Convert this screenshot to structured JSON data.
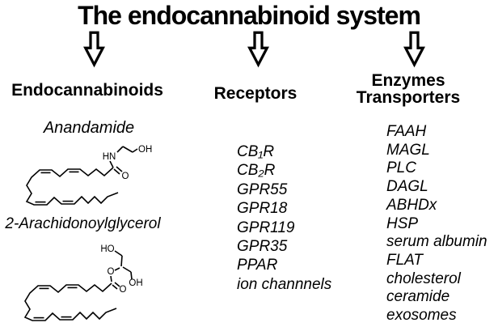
{
  "title": "The endocannabinoid system",
  "columns": {
    "endocannabinoids": {
      "header": "Endocannabinoids",
      "compound1_name": "Anandamide",
      "compound2_name": "2-Arachidonoylglycerol"
    },
    "receptors": {
      "header": "Receptors",
      "items": [
        "CB₁R",
        "CB₂R",
        "GPR55",
        "GPR18",
        "GPR119",
        "GPR35",
        "PPAR",
        "ion channnels"
      ]
    },
    "enzymes_transporters": {
      "header_line1": "Enzymes",
      "header_line2": "Transporters",
      "items": [
        "FAAH",
        "MAGL",
        "PLC",
        "DAGL",
        "ABHDx",
        "HSP",
        "serum albumin",
        "FLAT",
        "cholesterol",
        "ceramide",
        "exosomes"
      ]
    }
  },
  "molecules": {
    "anandamide": {
      "atom_labels": {
        "amine": "HN",
        "hydroxyl": "OH",
        "carbonyl_oxygen": "O"
      }
    },
    "arachidonoylglycerol": {
      "atom_labels": {
        "hydroxyl_top": "HO",
        "ester_oxygen": "O",
        "carbonyl_oxygen": "O",
        "hydroxyl_bottom": "OH"
      }
    }
  },
  "colors": {
    "text": "#000000",
    "background": "#ffffff"
  }
}
